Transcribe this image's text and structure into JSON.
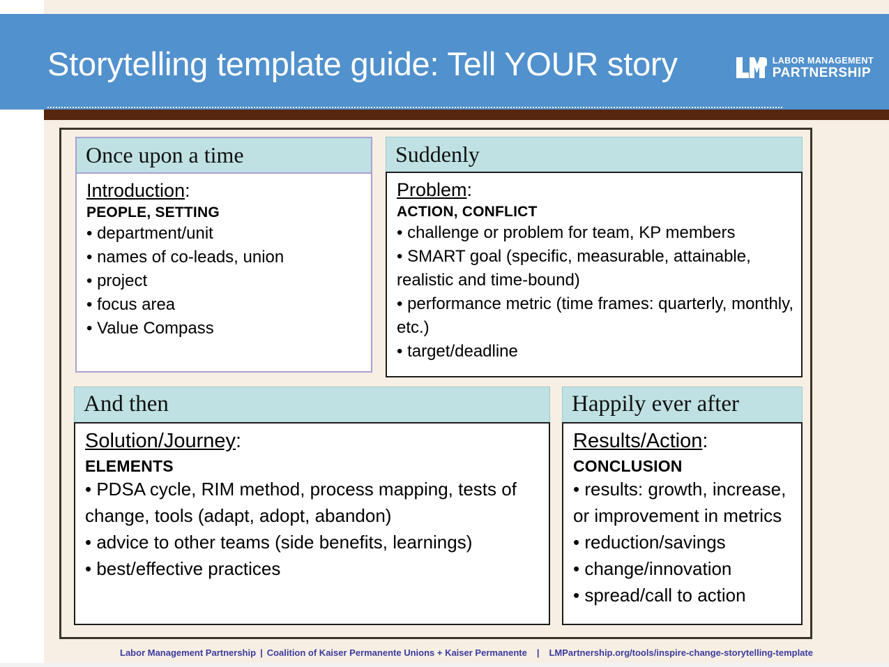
{
  "header": {
    "title": "Storytelling template guide: Tell YOUR story",
    "logo": {
      "mark": "lmp-monogram",
      "line1": "LABOR MANAGEMENT",
      "line2": "PARTNERSHIP"
    },
    "colors": {
      "band": "#5191cd",
      "accent_bar": "#57260f",
      "slide_bg": "#f7efe3"
    }
  },
  "cards": [
    {
      "id": "once",
      "head": "Once upon a time",
      "label": "Introduction",
      "label_colon": ":",
      "caps": "PEOPLE, SETTING",
      "bullets": [
        "department/unit",
        "names of co-leads, union",
        "project",
        "focus area",
        "Value Compass"
      ],
      "border_color": "#a9a0d6",
      "head_color": "#bfe1e3"
    },
    {
      "id": "suddenly",
      "head": "Suddenly",
      "label": "Problem",
      "label_colon": ":",
      "caps": "ACTION, CONFLICT",
      "bullets": [
        "challenge or problem for team, KP members",
        "SMART goal (specific, measurable, attainable, realistic and time-bound)",
        "performance metric (time frames: quarterly, monthly, etc.)",
        "target/deadline"
      ],
      "border_color": "#1c1c1c",
      "head_color": "#bfe1e3"
    },
    {
      "id": "and-then",
      "head": "And then",
      "label": "Solution/Journey",
      "label_colon": ":",
      "caps": "ELEMENTS",
      "bullets": [
        "PDSA cycle, RIM method, process mapping, tests of change, tools (adapt, adopt, abandon)",
        "advice to other teams (side benefits, learnings)",
        "best/effective practices"
      ],
      "border_color": "#1c1c1c",
      "head_color": "#bfe1e3"
    },
    {
      "id": "happily",
      "head": "Happily ever after",
      "label": "Results/Action",
      "label_colon": ":",
      "caps": "CONCLUSION",
      "bullets": [
        "results: growth, increase, or improvement in metrics",
        "reduction/savings",
        "change/innovation",
        "spread/call to action"
      ],
      "border_color": "#1c1c1c",
      "head_color": "#bfe1e3"
    }
  ],
  "footer": {
    "org": "Labor Management Partnership",
    "sep1": "|",
    "coalition": "Coalition of Kaiser Permanente Unions + Kaiser Permanente",
    "sep2": "|",
    "url": "LMPartnership.org/tools/inspire-change-storytelling-template",
    "color": "#3b3b9e"
  }
}
